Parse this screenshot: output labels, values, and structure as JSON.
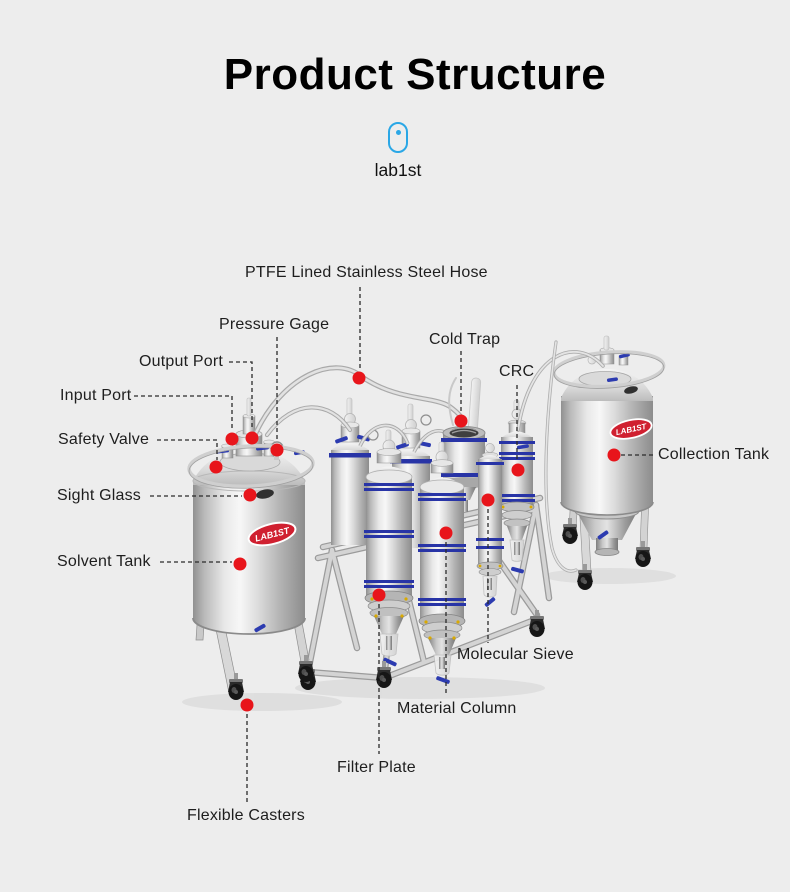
{
  "header": {
    "title": "Product Structure"
  },
  "brand": {
    "name": "lab1st",
    "tank_logo": "LAB1ST"
  },
  "colors": {
    "background": "#ededed",
    "accent_blue": "#2aa7e6",
    "callout_dot_red": "#e8151b",
    "tank_logo_red": "#d02030",
    "clamp_blue": "#2834a6",
    "leader_line": "#2b2b2b"
  },
  "callouts": [
    {
      "id": "ptfe-hose",
      "text": "PTFE Lined Stainless Steel Hose"
    },
    {
      "id": "pressure-gage",
      "text": "Pressure Gage"
    },
    {
      "id": "output-port",
      "text": "Output Port"
    },
    {
      "id": "input-port",
      "text": "Input Port"
    },
    {
      "id": "safety-valve",
      "text": "Safety Valve"
    },
    {
      "id": "sight-glass",
      "text": "Sight Glass"
    },
    {
      "id": "solvent-tank",
      "text": "Solvent Tank"
    },
    {
      "id": "cold-trap",
      "text": "Cold Trap"
    },
    {
      "id": "crc",
      "text": "CRC"
    },
    {
      "id": "collection-tank",
      "text": "Collection Tank"
    },
    {
      "id": "molecular-sieve",
      "text": "Molecular Sieve"
    },
    {
      "id": "material-column",
      "text": "Material Column"
    },
    {
      "id": "filter-plate",
      "text": "Filter Plate"
    },
    {
      "id": "flexible-casters",
      "text": "Flexible Casters"
    }
  ]
}
